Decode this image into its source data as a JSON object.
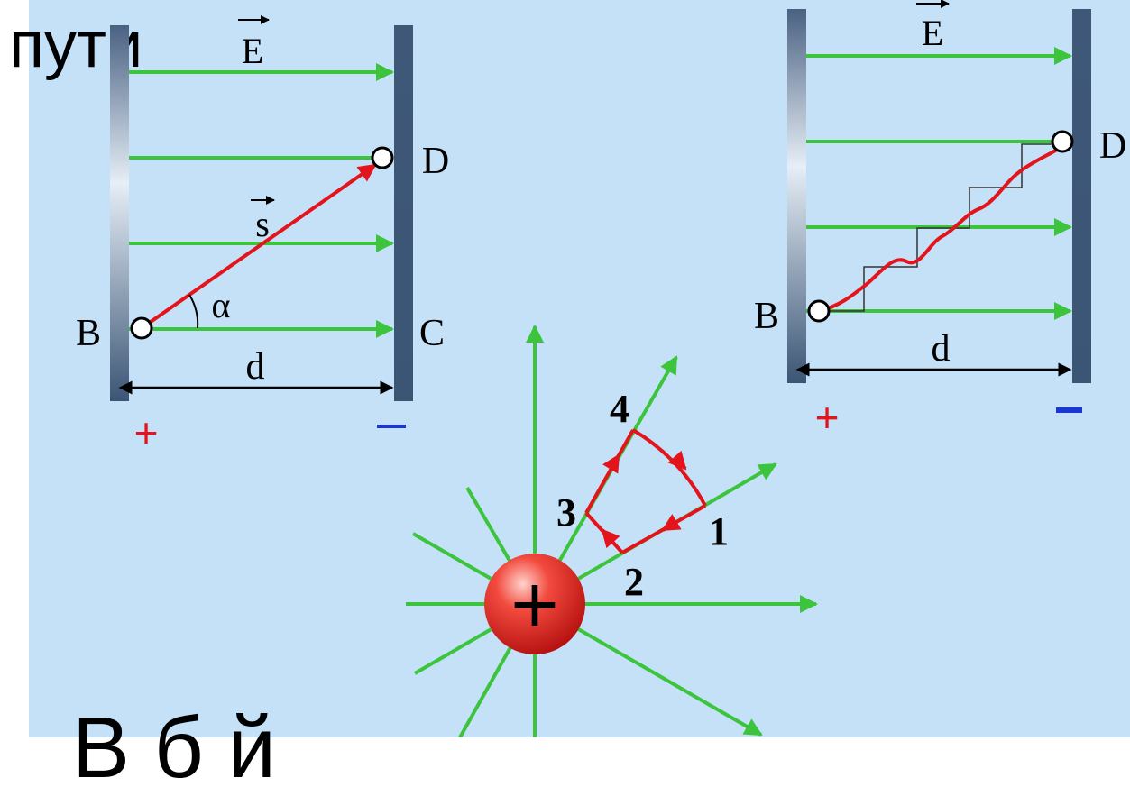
{
  "slide": {
    "title": "пути",
    "footer_text": "В б й"
  },
  "left_diagram": {
    "field_label": "E",
    "displacement_label": "s",
    "angle_label": "α",
    "start_point": "B",
    "end_point": "D",
    "corner_point": "C",
    "distance_label": "d",
    "plus_sign": "+",
    "minus_sign": "—"
  },
  "right_diagram": {
    "field_label": "E",
    "start_point": "B",
    "end_point": "D",
    "distance_label": "d",
    "plus_sign": "+",
    "minus_sign": "—"
  },
  "charge_diagram": {
    "charge_sign": "+",
    "path_labels": [
      "1",
      "2",
      "3",
      "4"
    ]
  },
  "colors": {
    "background": "#c4e1f7",
    "field_line": "#3cc43c",
    "path": "#e3141b",
    "plate": "#3c5577",
    "plus_sign": "#e3141b",
    "minus_sign": "#1a37d6"
  }
}
